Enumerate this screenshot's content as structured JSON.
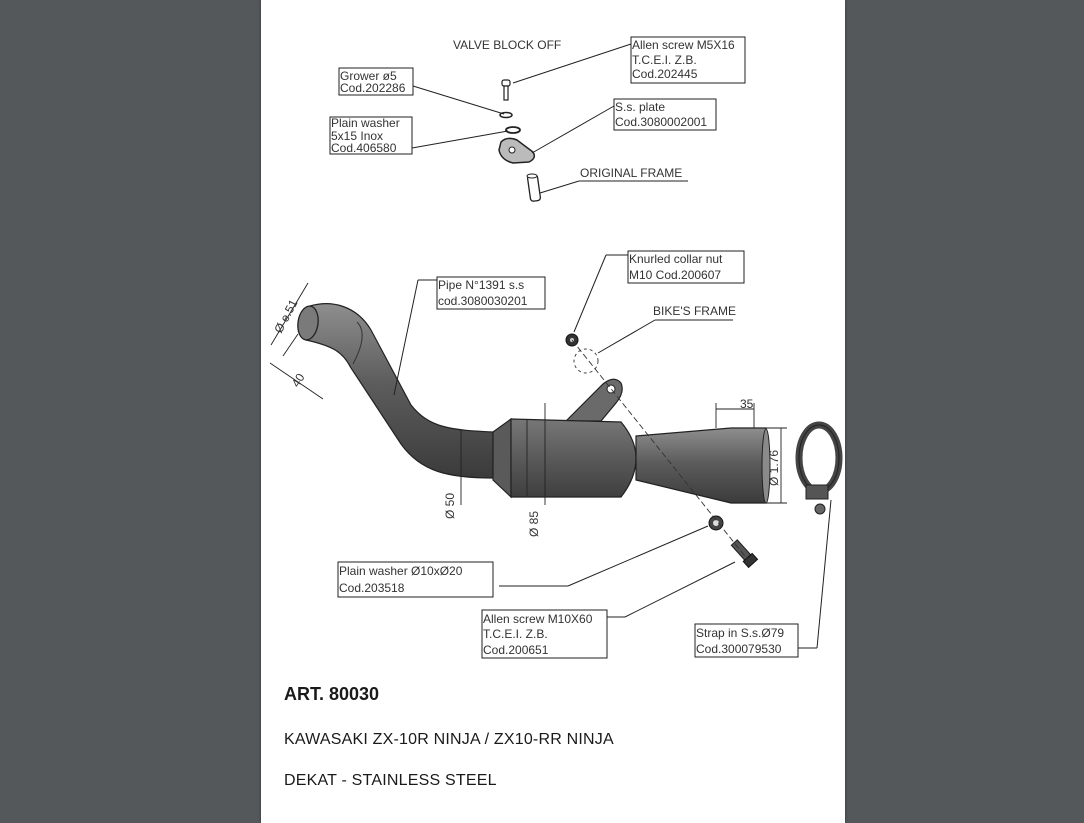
{
  "document": {
    "article": "ART. 80030",
    "model": "KAWASAKI ZX-10R NINJA /  ZX10-RR NINJA",
    "material": "DEKAT -  STAINLESS STEEL"
  },
  "callouts": {
    "valve_block_off": "VALVE BLOCK OFF",
    "allen_screw_m5": [
      "Allen screw M5X16",
      "T.C.E.I. Z.B.",
      "Cod.202445"
    ],
    "grower": [
      "Grower ø5",
      "Cod.202286"
    ],
    "plain_washer_5x15": [
      "Plain washer",
      "5x15 Inox",
      "Cod.406580"
    ],
    "ss_plate": [
      "S.s. plate",
      "Cod.3080002001"
    ],
    "original_frame": "ORIGINAL FRAME",
    "knurled_collar_nut": [
      "Knurled collar nut",
      "M10 Cod.200607"
    ],
    "pipe": [
      "Pipe N°1391 s.s",
      "cod.3080030201"
    ],
    "bikes_frame": "BIKE'S FRAME",
    "plain_washer_10x20": [
      "Plain washer  Ø10xØ20",
      "Cod.203518"
    ],
    "allen_screw_m10": [
      "Allen screw M10X60",
      "T.C.E.I. Z.B.",
      "Cod.200651"
    ],
    "strap": [
      "Strap in S.s.Ø79",
      "Cod.300079530"
    ]
  },
  "dimensions": {
    "inlet_diameter": "Ø e.51",
    "inlet_length": "40",
    "pipe_diameter": "Ø 50",
    "body_diameter": "Ø 85",
    "outlet_length": "35",
    "outlet_diameter": "Ø 1.76"
  }
}
